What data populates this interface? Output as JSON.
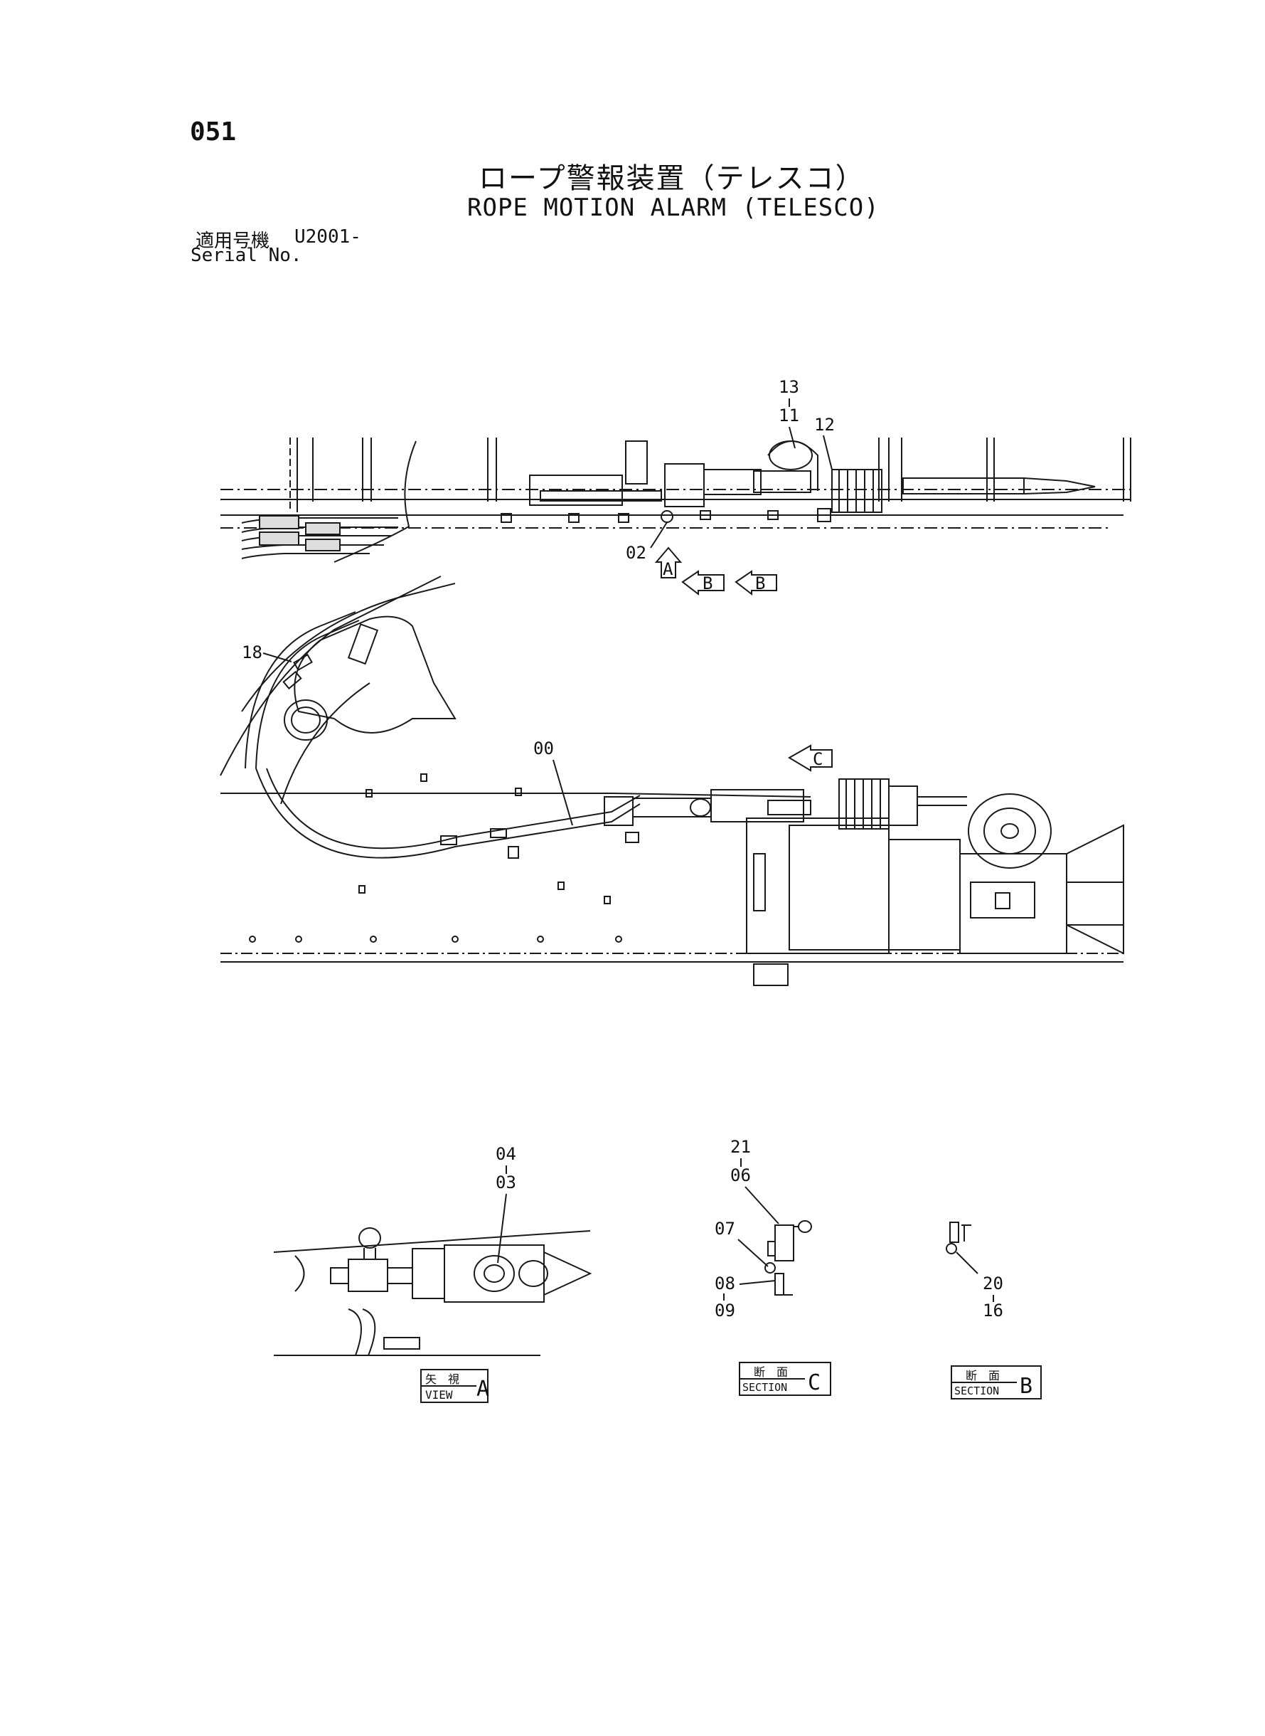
{
  "page": {
    "number": "051"
  },
  "title": {
    "jp": "ロープ警報装置（テレスコ）",
    "en": "ROPE MOTION ALARM (TELESCO)"
  },
  "serial": {
    "jp_label": "適用号機",
    "value": "U2001-",
    "en_label": "Serial No."
  },
  "callouts": {
    "c13": "13",
    "c11": "11",
    "c12": "12",
    "c02": "02",
    "c18": "18",
    "c00": "00",
    "c04": "04",
    "c03": "03",
    "c21": "21",
    "c06": "06",
    "c07": "07",
    "c08": "08",
    "c09": "09",
    "c20": "20",
    "c16": "16"
  },
  "markers": {
    "a": "A",
    "b1": "B",
    "b2": "B",
    "c": "C"
  },
  "view_labels": {
    "view_a": {
      "jp": "矢　視",
      "en": "VIEW",
      "letter": "A"
    },
    "section_c": {
      "jp": "断　面",
      "en": "SECTION",
      "letter": "C"
    },
    "section_b": {
      "jp": "断　面",
      "en": "SECTION",
      "letter": "B"
    }
  },
  "colors": {
    "line": "#1a1a1a",
    "paper": "#ffffff"
  }
}
